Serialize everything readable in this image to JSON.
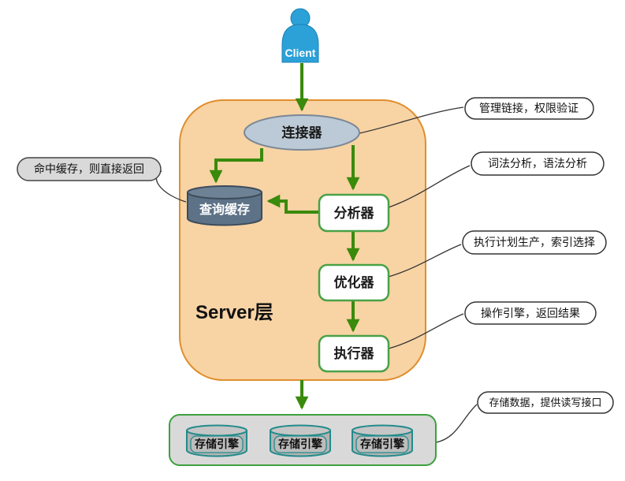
{
  "diagram": {
    "client": {
      "label": "Client"
    },
    "server_box": {
      "label": "Server层"
    },
    "nodes": {
      "connector": {
        "label": "连接器"
      },
      "query_cache": {
        "label": "查询缓存"
      },
      "analyzer": {
        "label": "分析器"
      },
      "optimizer": {
        "label": "优化器"
      },
      "executor": {
        "label": "执行器"
      }
    },
    "storage": {
      "engines": [
        "存储引擎",
        "存储引擎",
        "存储引擎"
      ]
    },
    "callouts": {
      "cache_hit": "命中缓存，则直接返回",
      "connector_note": "管理链接，权限验证",
      "analyzer_note": "词法分析，语法分析",
      "optimizer_note": "执行计划生产，索引选择",
      "executor_note": "操作引擎，返回结果",
      "storage_note": "存储数据，提供读写接口"
    },
    "colors": {
      "arrow_green": "#3a8a0c",
      "node_border_green": "#4aa147",
      "server_fill": "#f8d3a4",
      "server_border": "#e08e2d",
      "client_blue": "#2ba1d8",
      "cache_fill": "#5d7287",
      "cache_border": "#3d4c5c",
      "connector_fill": "#bcc9d6",
      "connector_border": "#7a8896",
      "storage_fill": "#d9d9d9",
      "storage_border": "#3ea03e",
      "cylinder_gray": "#b3b3b3",
      "cylinder_teal": "#238b8b"
    }
  }
}
